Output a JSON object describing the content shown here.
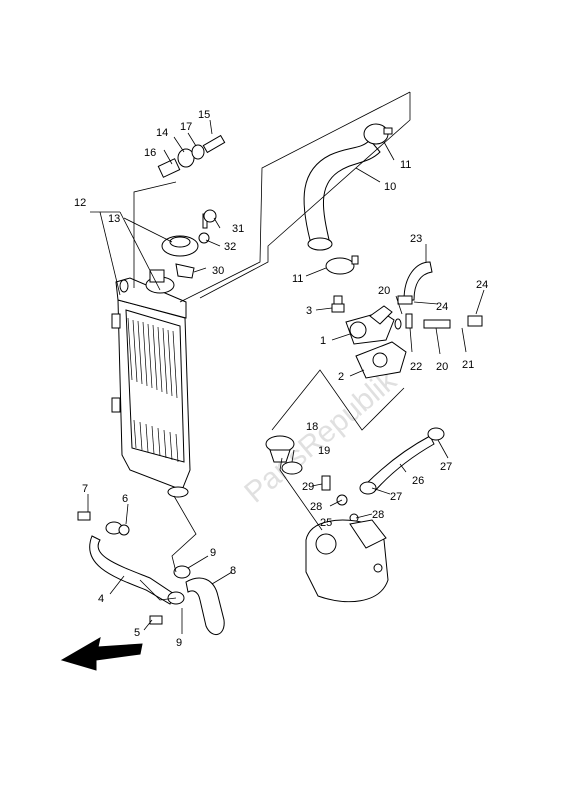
{
  "watermark": "PartsRepublik",
  "labels": [
    {
      "id": "p1",
      "text": "1"
    },
    {
      "id": "p2",
      "text": "2"
    },
    {
      "id": "p3",
      "text": "3"
    },
    {
      "id": "p4",
      "text": "4"
    },
    {
      "id": "p5",
      "text": "5"
    },
    {
      "id": "p6",
      "text": "6"
    },
    {
      "id": "p7",
      "text": "7"
    },
    {
      "id": "p8",
      "text": "8"
    },
    {
      "id": "p9a",
      "text": "9"
    },
    {
      "id": "p9b",
      "text": "9"
    },
    {
      "id": "p10",
      "text": "10"
    },
    {
      "id": "p11a",
      "text": "11"
    },
    {
      "id": "p11b",
      "text": "11"
    },
    {
      "id": "p12",
      "text": "12"
    },
    {
      "id": "p13",
      "text": "13"
    },
    {
      "id": "p14",
      "text": "14"
    },
    {
      "id": "p15",
      "text": "15"
    },
    {
      "id": "p16",
      "text": "16"
    },
    {
      "id": "p17",
      "text": "17"
    },
    {
      "id": "p18",
      "text": "18"
    },
    {
      "id": "p19",
      "text": "19"
    },
    {
      "id": "p20a",
      "text": "20"
    },
    {
      "id": "p20b",
      "text": "20"
    },
    {
      "id": "p21",
      "text": "21"
    },
    {
      "id": "p22",
      "text": "22"
    },
    {
      "id": "p23",
      "text": "23"
    },
    {
      "id": "p24a",
      "text": "24"
    },
    {
      "id": "p24b",
      "text": "24"
    },
    {
      "id": "p25",
      "text": "25"
    },
    {
      "id": "p26",
      "text": "26"
    },
    {
      "id": "p27a",
      "text": "27"
    },
    {
      "id": "p27b",
      "text": "27"
    },
    {
      "id": "p28a",
      "text": "28"
    },
    {
      "id": "p28b",
      "text": "28"
    },
    {
      "id": "p29",
      "text": "29"
    },
    {
      "id": "p30",
      "text": "30"
    },
    {
      "id": "p31",
      "text": "31"
    },
    {
      "id": "p32",
      "text": "32"
    }
  ]
}
